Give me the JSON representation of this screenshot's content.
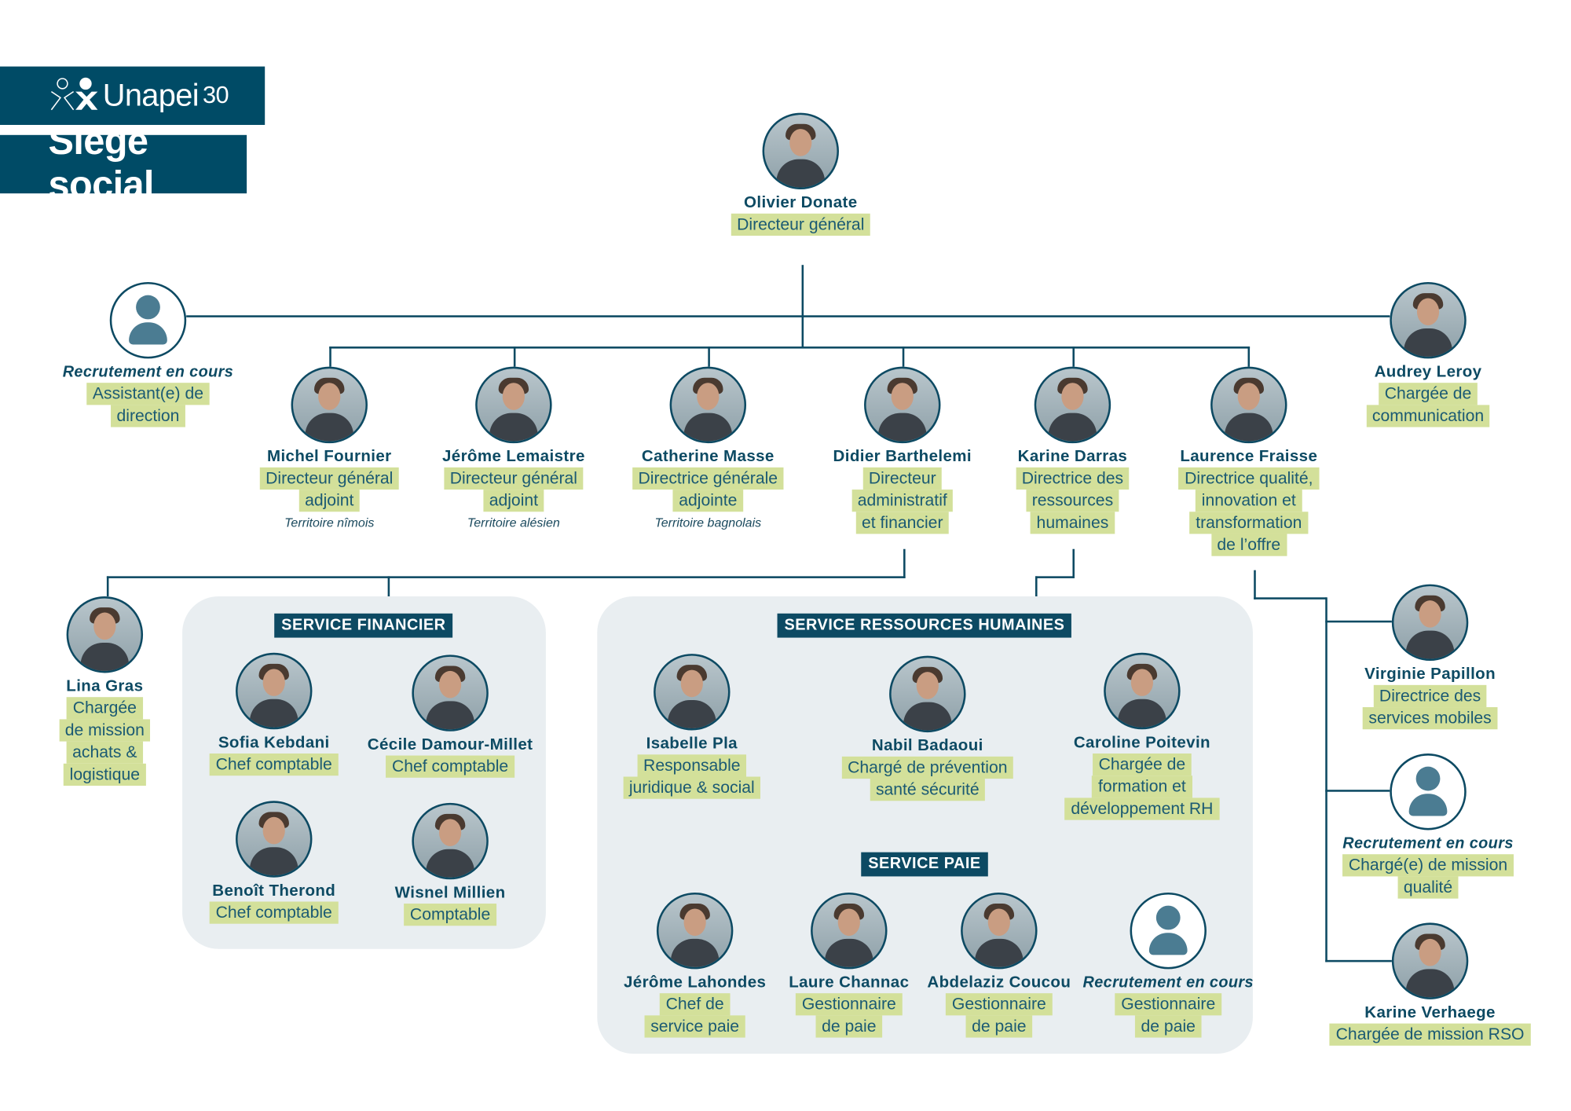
{
  "header": {
    "brand_name": "Unapei",
    "brand_number": "30",
    "title": "Siège social"
  },
  "services": {
    "financier": "SERVICE FINANCIER",
    "rh": "SERVICE RESSOURCES HUMAINES",
    "paie": "SERVICE PAIE"
  },
  "colors": {
    "navy": "#004b66",
    "highlight": "#d3e09a",
    "panel": "#e9eef1"
  },
  "people": [
    {
      "id": "olivier",
      "name": "Olivier Donate",
      "role": [
        "Directeur général"
      ],
      "photo": true
    },
    {
      "id": "assistant",
      "name": "Recrutement en cours",
      "role": [
        "Assistant(e) de",
        "direction"
      ],
      "photo": false
    },
    {
      "id": "audrey",
      "name": "Audrey Leroy",
      "role": [
        "Chargée de",
        "communication"
      ],
      "photo": true
    },
    {
      "id": "michel",
      "name": "Michel Fournier",
      "role": [
        "Directeur général",
        "adjoint"
      ],
      "note": "Territoire nîmois",
      "photo": true
    },
    {
      "id": "jerome",
      "name": "Jérôme Lemaistre",
      "role": [
        "Directeur général",
        "adjoint"
      ],
      "note": "Territoire alésien",
      "photo": true
    },
    {
      "id": "catherine",
      "name": "Catherine Masse",
      "role": [
        "Directrice générale",
        "adjointe"
      ],
      "note": "Territoire bagnolais",
      "photo": true
    },
    {
      "id": "didier",
      "name": "Didier Barthelemi",
      "role": [
        "Directeur",
        "administratif",
        "et financier"
      ],
      "photo": true
    },
    {
      "id": "karined",
      "name": "Karine Darras",
      "role": [
        "Directrice des",
        "ressources",
        "humaines"
      ],
      "photo": true
    },
    {
      "id": "laurence",
      "name": "Laurence Fraisse",
      "role": [
        "Directrice qualité,",
        "innovation et",
        "transformation",
        "de l’offre"
      ],
      "photo": true
    },
    {
      "id": "lina",
      "name": "Lina Gras",
      "role": [
        "Chargée",
        "de mission",
        "achats &",
        "logistique"
      ],
      "photo": true
    },
    {
      "id": "sofia",
      "name": "Sofia Kebdani",
      "role": [
        "Chef comptable"
      ],
      "photo": true
    },
    {
      "id": "cecile",
      "name": "Cécile Damour-Millet",
      "role": [
        "Chef comptable"
      ],
      "photo": true
    },
    {
      "id": "benoit",
      "name": "Benoît Therond",
      "role": [
        "Chef comptable"
      ],
      "photo": true
    },
    {
      "id": "wisnel",
      "name": "Wisnel Millien",
      "role": [
        "Comptable"
      ],
      "photo": true
    },
    {
      "id": "isabelle",
      "name": "Isabelle Pla",
      "role": [
        "Responsable",
        "juridique & social"
      ],
      "photo": true
    },
    {
      "id": "nabil",
      "name": "Nabil Badaoui",
      "role": [
        "Chargé de prévention",
        "santé sécurité"
      ],
      "photo": true
    },
    {
      "id": "caroline",
      "name": "Caroline Poitevin",
      "role": [
        "Chargée de",
        "formation et",
        "développement RH"
      ],
      "photo": true
    },
    {
      "id": "jeromel",
      "name": "Jérôme Lahondes",
      "role": [
        "Chef de",
        "service paie"
      ],
      "photo": true
    },
    {
      "id": "laure",
      "name": "Laure Channac",
      "role": [
        "Gestionnaire",
        "de paie"
      ],
      "photo": true
    },
    {
      "id": "abdelaziz",
      "name": "Abdelaziz Coucou",
      "role": [
        "Gestionnaire",
        "de paie"
      ],
      "photo": true
    },
    {
      "id": "paievac",
      "name": "Recrutement en cours",
      "role": [
        "Gestionnaire",
        "de paie"
      ],
      "photo": false
    },
    {
      "id": "virginie",
      "name": "Virginie Papillon",
      "role": [
        "Directrice des",
        "services mobiles"
      ],
      "photo": true
    },
    {
      "id": "qualitevac",
      "name": "Recrutement en cours",
      "role": [
        "Chargé(e) de mission",
        "qualité"
      ],
      "photo": false
    },
    {
      "id": "karinev",
      "name": "Karine Verhaege",
      "role": [
        "Chargée de mission RSO"
      ],
      "photo": true
    }
  ]
}
